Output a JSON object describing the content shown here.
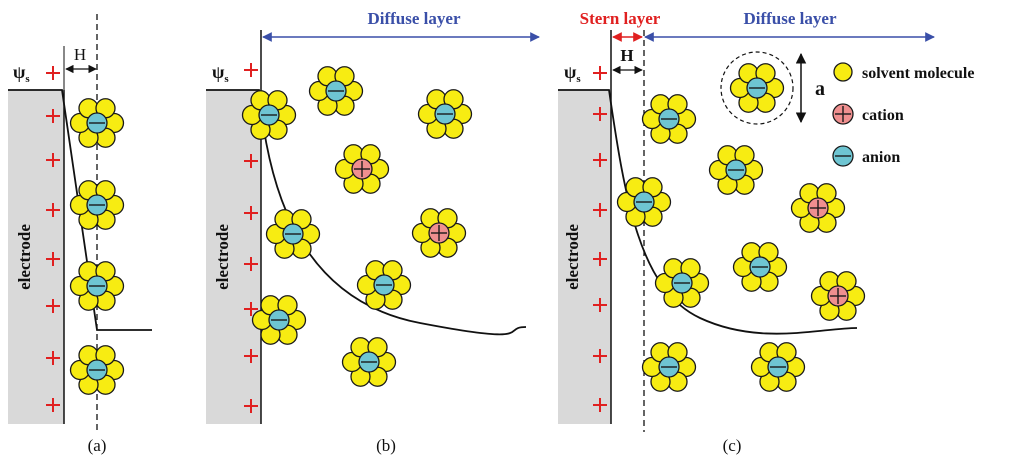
{
  "colors": {
    "solvent": "#f7ec12",
    "solvent_stroke": "#1a1a1a",
    "anion": "#6ec5d2",
    "cation": "#ef8f8f",
    "plus_sign": "#e02020",
    "arrow_blue": "#3a4fa8",
    "stern_red": "#e02020",
    "electrode": "#d9d9d9",
    "line": "#111111"
  },
  "panels": {
    "a": {
      "caption": "(a)",
      "psi_label": "ψ",
      "psi_sub": "s",
      "h_label": "H",
      "electrode_label": "electrode"
    },
    "b": {
      "caption": "(b)",
      "psi_label": "ψ",
      "psi_sub": "s",
      "electrode_label": "electrode",
      "diffuse_label": "Diffuse layer"
    },
    "c": {
      "caption": "(c)",
      "psi_label": "ψ",
      "psi_sub": "s",
      "h_label": "H",
      "electrode_label": "electrode",
      "stern_label": "Stern layer",
      "diffuse_label": "Diffuse layer",
      "size_label": "a"
    }
  },
  "legend": {
    "solvent": "solvent molecule",
    "cation": "cation",
    "anion": "anion"
  },
  "icons": [
    "plus-sign-icon",
    "solvated-anion-icon",
    "solvated-cation-icon",
    "solvent-molecule-icon"
  ]
}
